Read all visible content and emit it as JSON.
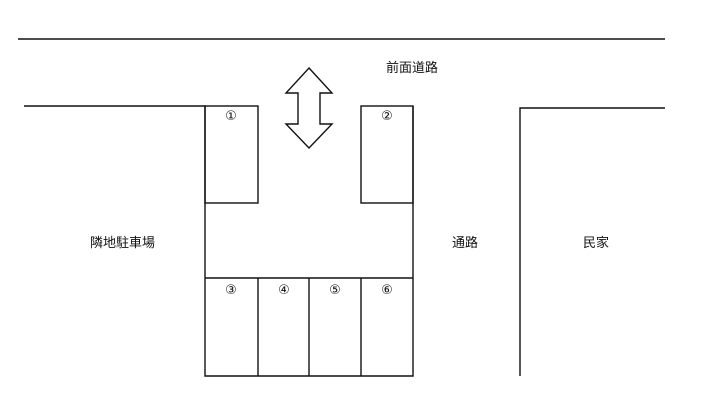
{
  "labels": {
    "front_road": "前面道路",
    "adjacent_parking": "隣地駐車場",
    "passage": "通路",
    "private_house": "民家"
  },
  "spaces": [
    "①",
    "②",
    "③",
    "④",
    "⑤",
    "⑥"
  ],
  "icons": {
    "entry_arrow": "double-arrow-vertical-icon"
  },
  "colors": {
    "line": "#111111",
    "background": "#ffffff"
  }
}
